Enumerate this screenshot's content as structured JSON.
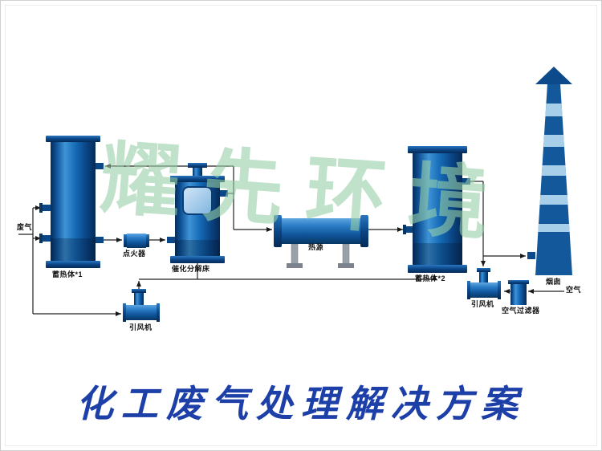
{
  "diagram": {
    "watermark": "耀先环境",
    "title": "化工废气处理解决方案"
  },
  "labels": {
    "waste_gas": "废气",
    "heat_accumulator_1": "蓄热体*1",
    "igniter": "点火器",
    "catalytic_bed": "催化分解床",
    "heat_source": "热源",
    "heat_accumulator_2": "蓄热体*2",
    "chimney": "烟囱",
    "fan_left": "引风机",
    "fan_right": "引风机",
    "air_filter": "空气过滤器",
    "air": "空气"
  },
  "colors": {
    "equipment_blue": "#156bb6",
    "equipment_dark": "#0b4687",
    "chimney_body": "#14589c",
    "chimney_stripe": "#a8cfe9",
    "leg_gray": "#98a0a8",
    "line_black": "#222222",
    "watermark_green": "#96cea7",
    "title_blue": "#1d3fa8"
  }
}
